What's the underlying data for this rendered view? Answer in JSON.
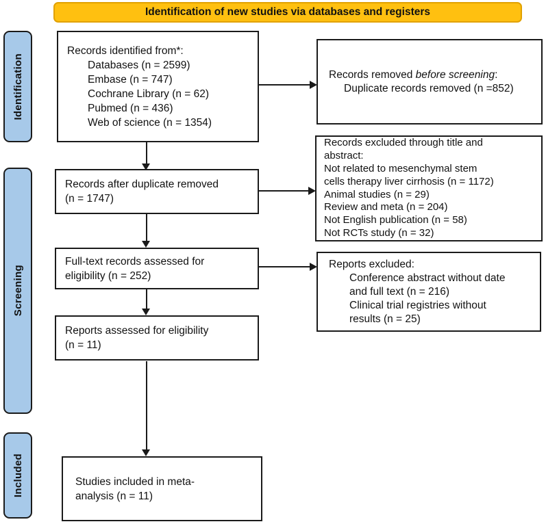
{
  "banner": {
    "label": "Identification of new studies via databases and registers"
  },
  "stages": [
    {
      "label": "Identification"
    },
    {
      "label": "Screening"
    },
    {
      "label": "Included"
    }
  ],
  "colors": {
    "banner_fill": "#FFC010",
    "banner_border": "#E1A100",
    "stage_fill": "#A7C9E9",
    "box_border": "#1A1A1A",
    "text": "#111111"
  },
  "boxes": {
    "identified": {
      "lines": [
        "Records identified from*:",
        "Databases (n = 2599)",
        "Embase (n = 747)",
        "Cochrane Library (n = 62)",
        "Pubmed (n = 436)",
        "Web of science (n = 1354)"
      ]
    },
    "removed_before_screening": {
      "title_prefix": "Records removed ",
      "title_italic": "before screening",
      "title_suffix": ":",
      "lines": [
        "Duplicate records removed (n =852)"
      ]
    },
    "after_duplicate": {
      "lines": [
        "Records after duplicate removed",
        "(n = 1747)"
      ]
    },
    "excluded_title_abstract": {
      "lines": [
        "Records excluded through title and",
        "abstract:",
        "Not related to mesenchymal stem",
        "cells therapy liver cirrhosis (n = 1172)",
        "Animal studies (n = 29)",
        "Review and meta (n = 204)",
        "Not English publication (n = 58)",
        "Not RCTs study (n = 32)"
      ]
    },
    "full_text_assessed": {
      "lines": [
        "Full-text records assessed for",
        "eligibility (n = 252)"
      ]
    },
    "reports_excluded": {
      "lines": [
        "Reports excluded:",
        "Conference abstract without date",
        "and full text (n = 216)",
        "Clinical trial registries without",
        "results (n = 25)"
      ]
    },
    "reports_assessed": {
      "lines": [
        "Reports assessed for eligibility",
        "(n = 11)"
      ]
    },
    "included_meta": {
      "lines": [
        "Studies included in meta-",
        "analysis (n = 11)"
      ]
    }
  }
}
